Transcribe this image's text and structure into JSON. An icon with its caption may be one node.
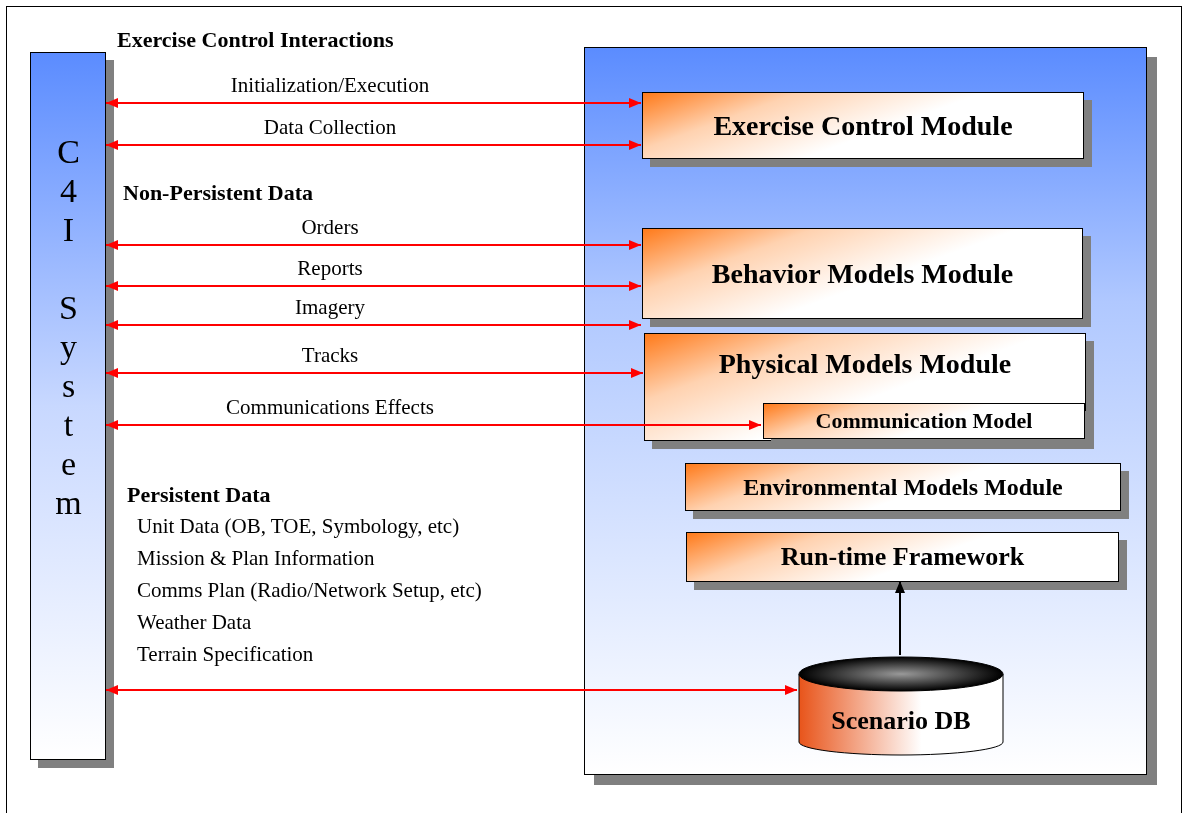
{
  "diagram": {
    "nodes": [
      {
        "text": [
          "C4I System"
        ]
      },
      {
        "text": [],
        "shape": "box"
      },
      {
        "text": [
          "Exercise Control Module"
        ],
        "in": 1
      },
      {
        "text": [
          "Behavior Models Module"
        ],
        "in": 1
      },
      {
        "text": [
          "Physical Models Module"
        ],
        "in": 1
      },
      {
        "text": [
          "Communication Model"
        ],
        "in": 4
      },
      {
        "text": [
          "Environmental Models Module"
        ],
        "in": 1
      },
      {
        "text": [
          "Run-time Framework"
        ],
        "in": 1
      },
      {
        "text": [
          "Scenario DB"
        ],
        "in": 1
      }
    ],
    "edges": [
      {
        "from": 0,
        "to": 2,
        "arrow": "both",
        "label": "Initialization/Execution"
      },
      {
        "from": 0,
        "to": 2,
        "arrow": "both",
        "label": "Data Collection"
      },
      {
        "from": 0,
        "to": 3,
        "arrow": "both",
        "label": "Orders"
      },
      {
        "from": 0,
        "to": 3,
        "arrow": "both",
        "label": "Reports"
      },
      {
        "from": 0,
        "to": 3,
        "arrow": "both",
        "label": "Imagery"
      },
      {
        "from": 0,
        "to": 4,
        "arrow": "both",
        "label": "Tracks"
      },
      {
        "from": 0,
        "to": 5,
        "arrow": "both",
        "label": "Communications Effects"
      },
      {
        "from": 0,
        "to": 8,
        "arrow": "both"
      },
      {
        "from": 8,
        "to": 7,
        "arrow": "to",
        "color": "#000000"
      }
    ],
    "labels": [
      "Exercise Control Interactions",
      "Non-Persistent Data",
      "Persistent Data",
      "Unit Data (OB, TOE, Symbology, etc)",
      "Mission & Plan Information",
      "Comms Plan (Radio/Network Setup, etc)",
      "Weather Data",
      "Terrain Specification"
    ]
  }
}
